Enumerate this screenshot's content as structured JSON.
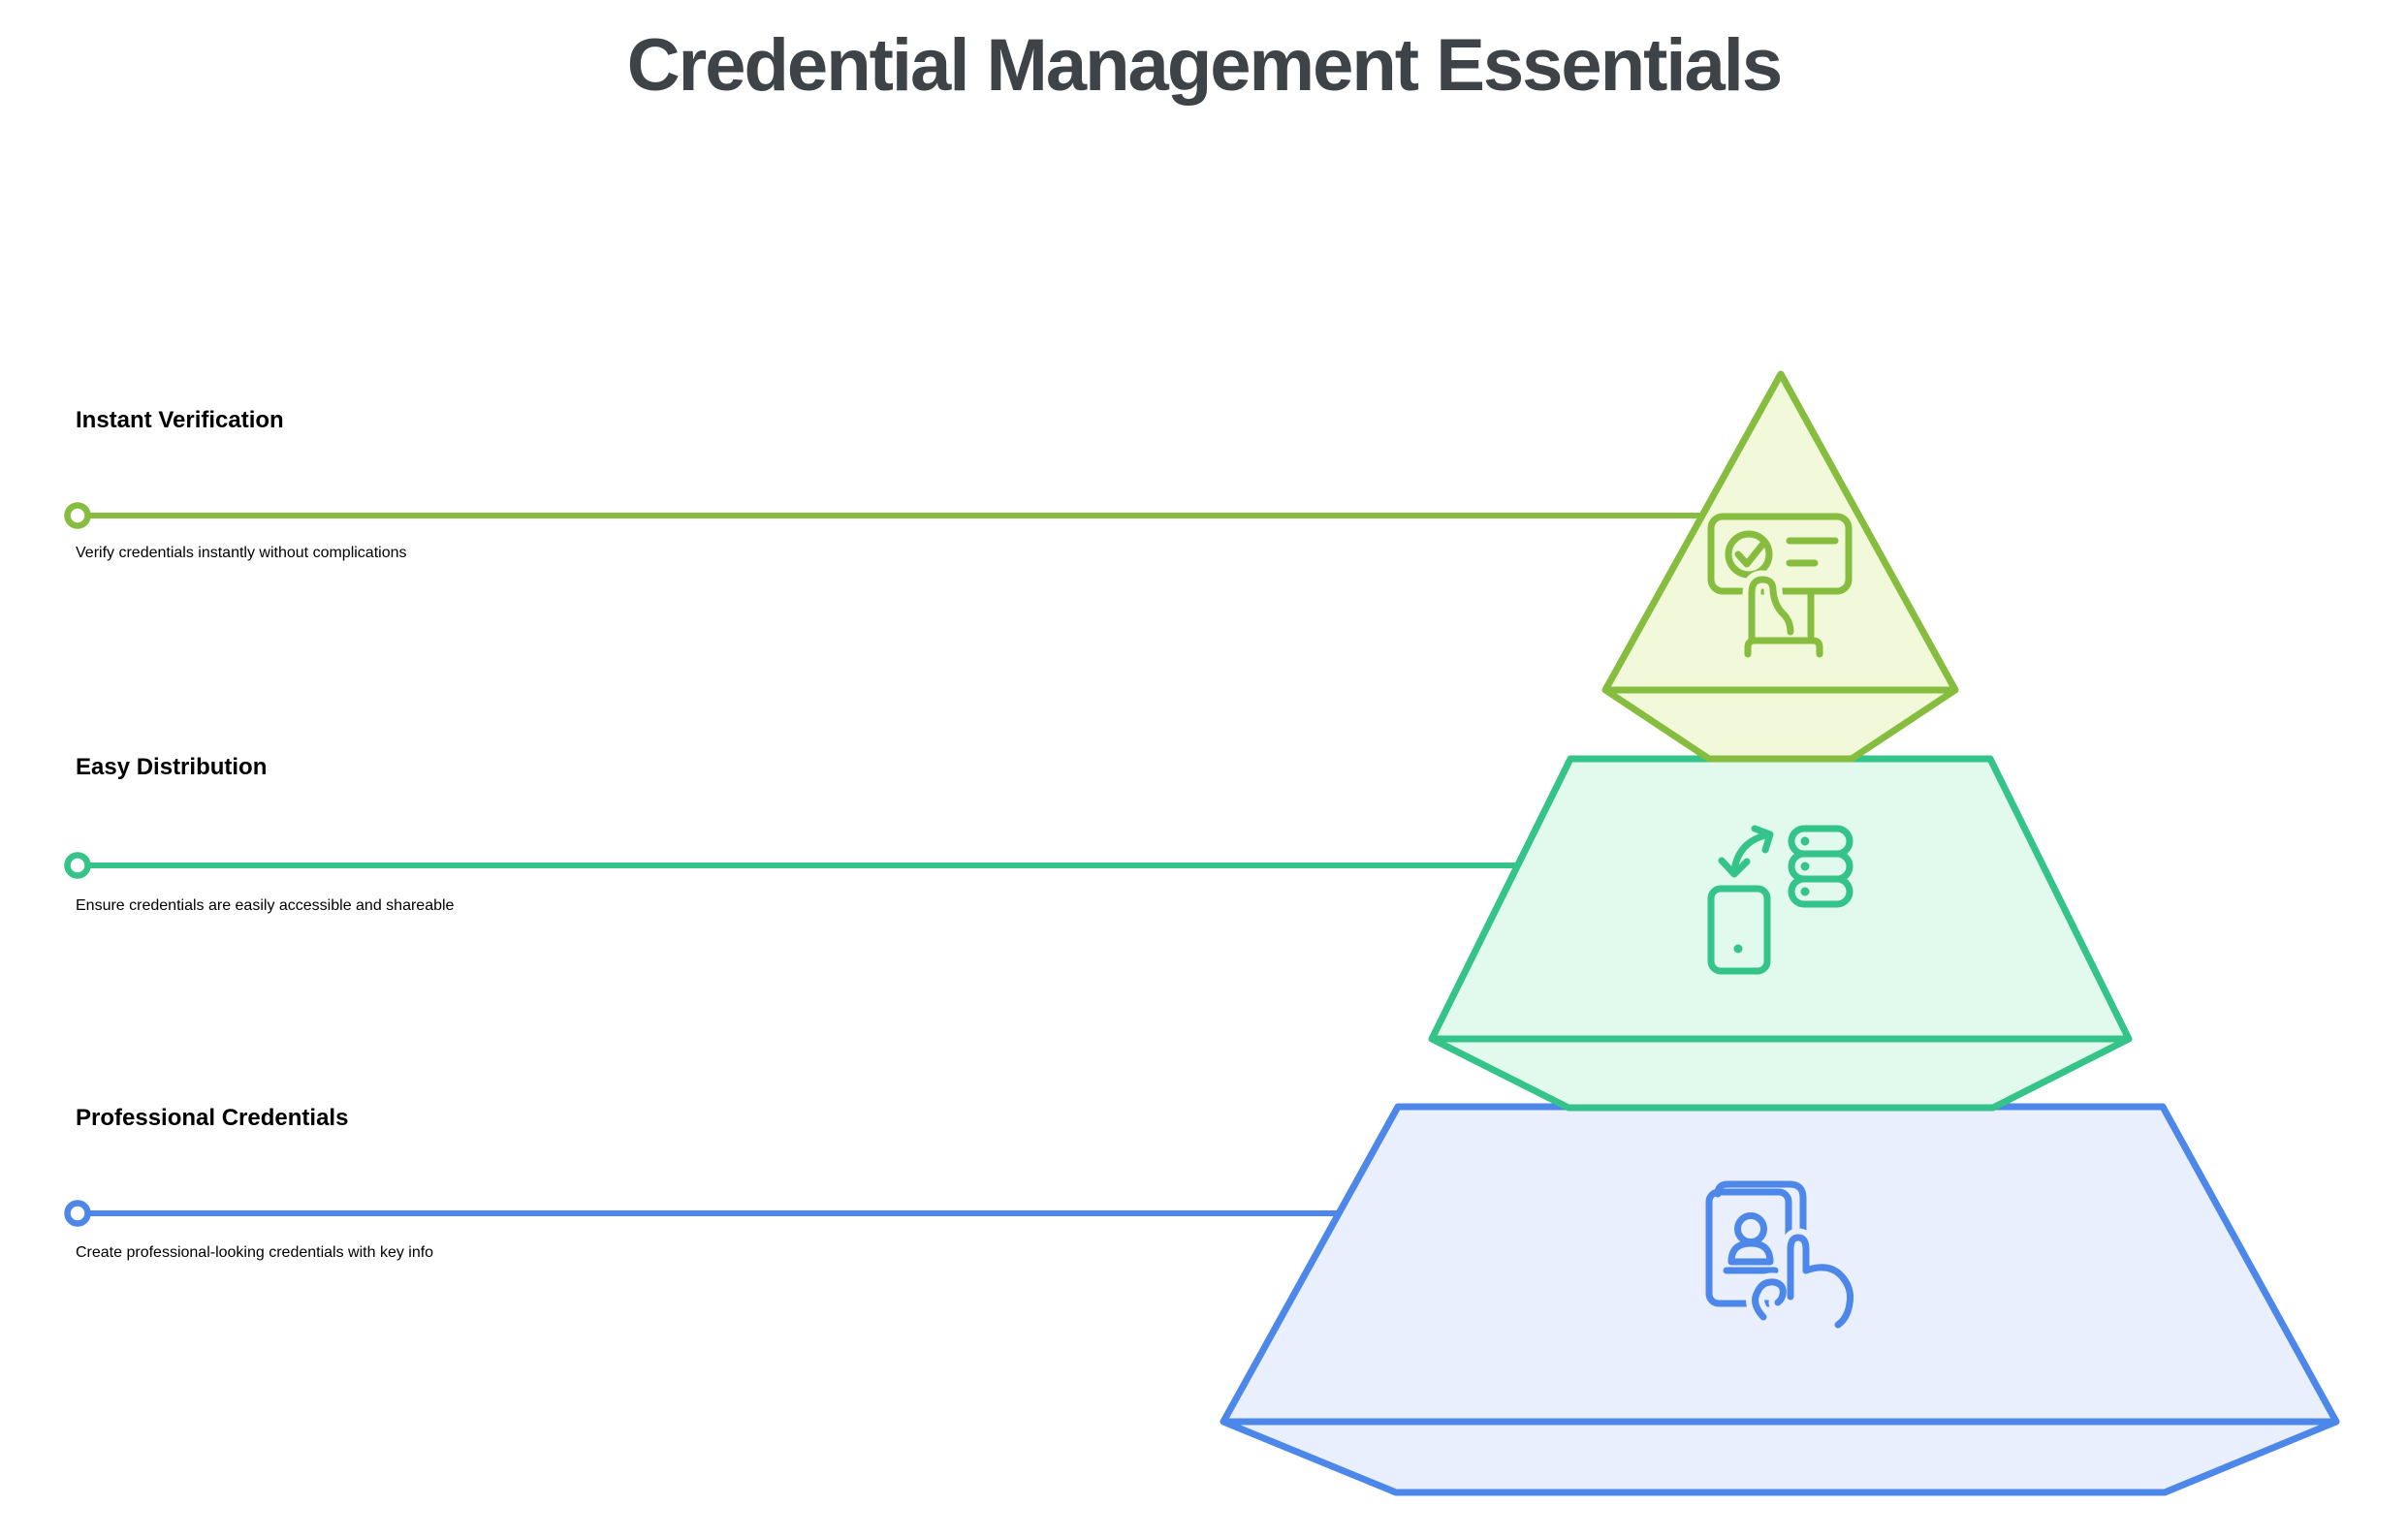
{
  "title": "Credential Management Essentials",
  "colors": {
    "lime": "#86bd3e",
    "lime_fill": "#f1f9da",
    "emerald": "#34c389",
    "emerald_fill": "#e2f9ee",
    "blue": "#4d87ea",
    "blue_fill": "#e9effc",
    "title_text": "#3e4347",
    "body_text": "#474c51",
    "background": "#ffffff"
  },
  "sections": [
    {
      "heading": "Instant Verification",
      "description": "Verify credentials instantly without\ncomplications",
      "accent_color": "#86bd3e"
    },
    {
      "heading": "Easy Distribution",
      "description": "Ensure credentials are easily\naccessible and shareable",
      "accent_color": "#34c389"
    },
    {
      "heading": "Professional Credentials",
      "description": "Create professional-looking\ncredentials with key info",
      "accent_color": "#4d87ea"
    }
  ],
  "pyramid": {
    "levels": [
      {
        "rank": 1,
        "position": "top",
        "label": "Instant Verification",
        "icon": "certificate-check-icon",
        "stroke": "#86bd3e",
        "fill": "#f1f9da"
      },
      {
        "rank": 2,
        "position": "middle",
        "label": "Easy Distribution",
        "icon": "phone-server-sync-icon",
        "stroke": "#34c389",
        "fill": "#e2f9ee"
      },
      {
        "rank": 3,
        "position": "bottom",
        "label": "Professional Credentials",
        "icon": "id-card-hand-icon",
        "stroke": "#4d87ea",
        "fill": "#e9effc"
      }
    ]
  }
}
